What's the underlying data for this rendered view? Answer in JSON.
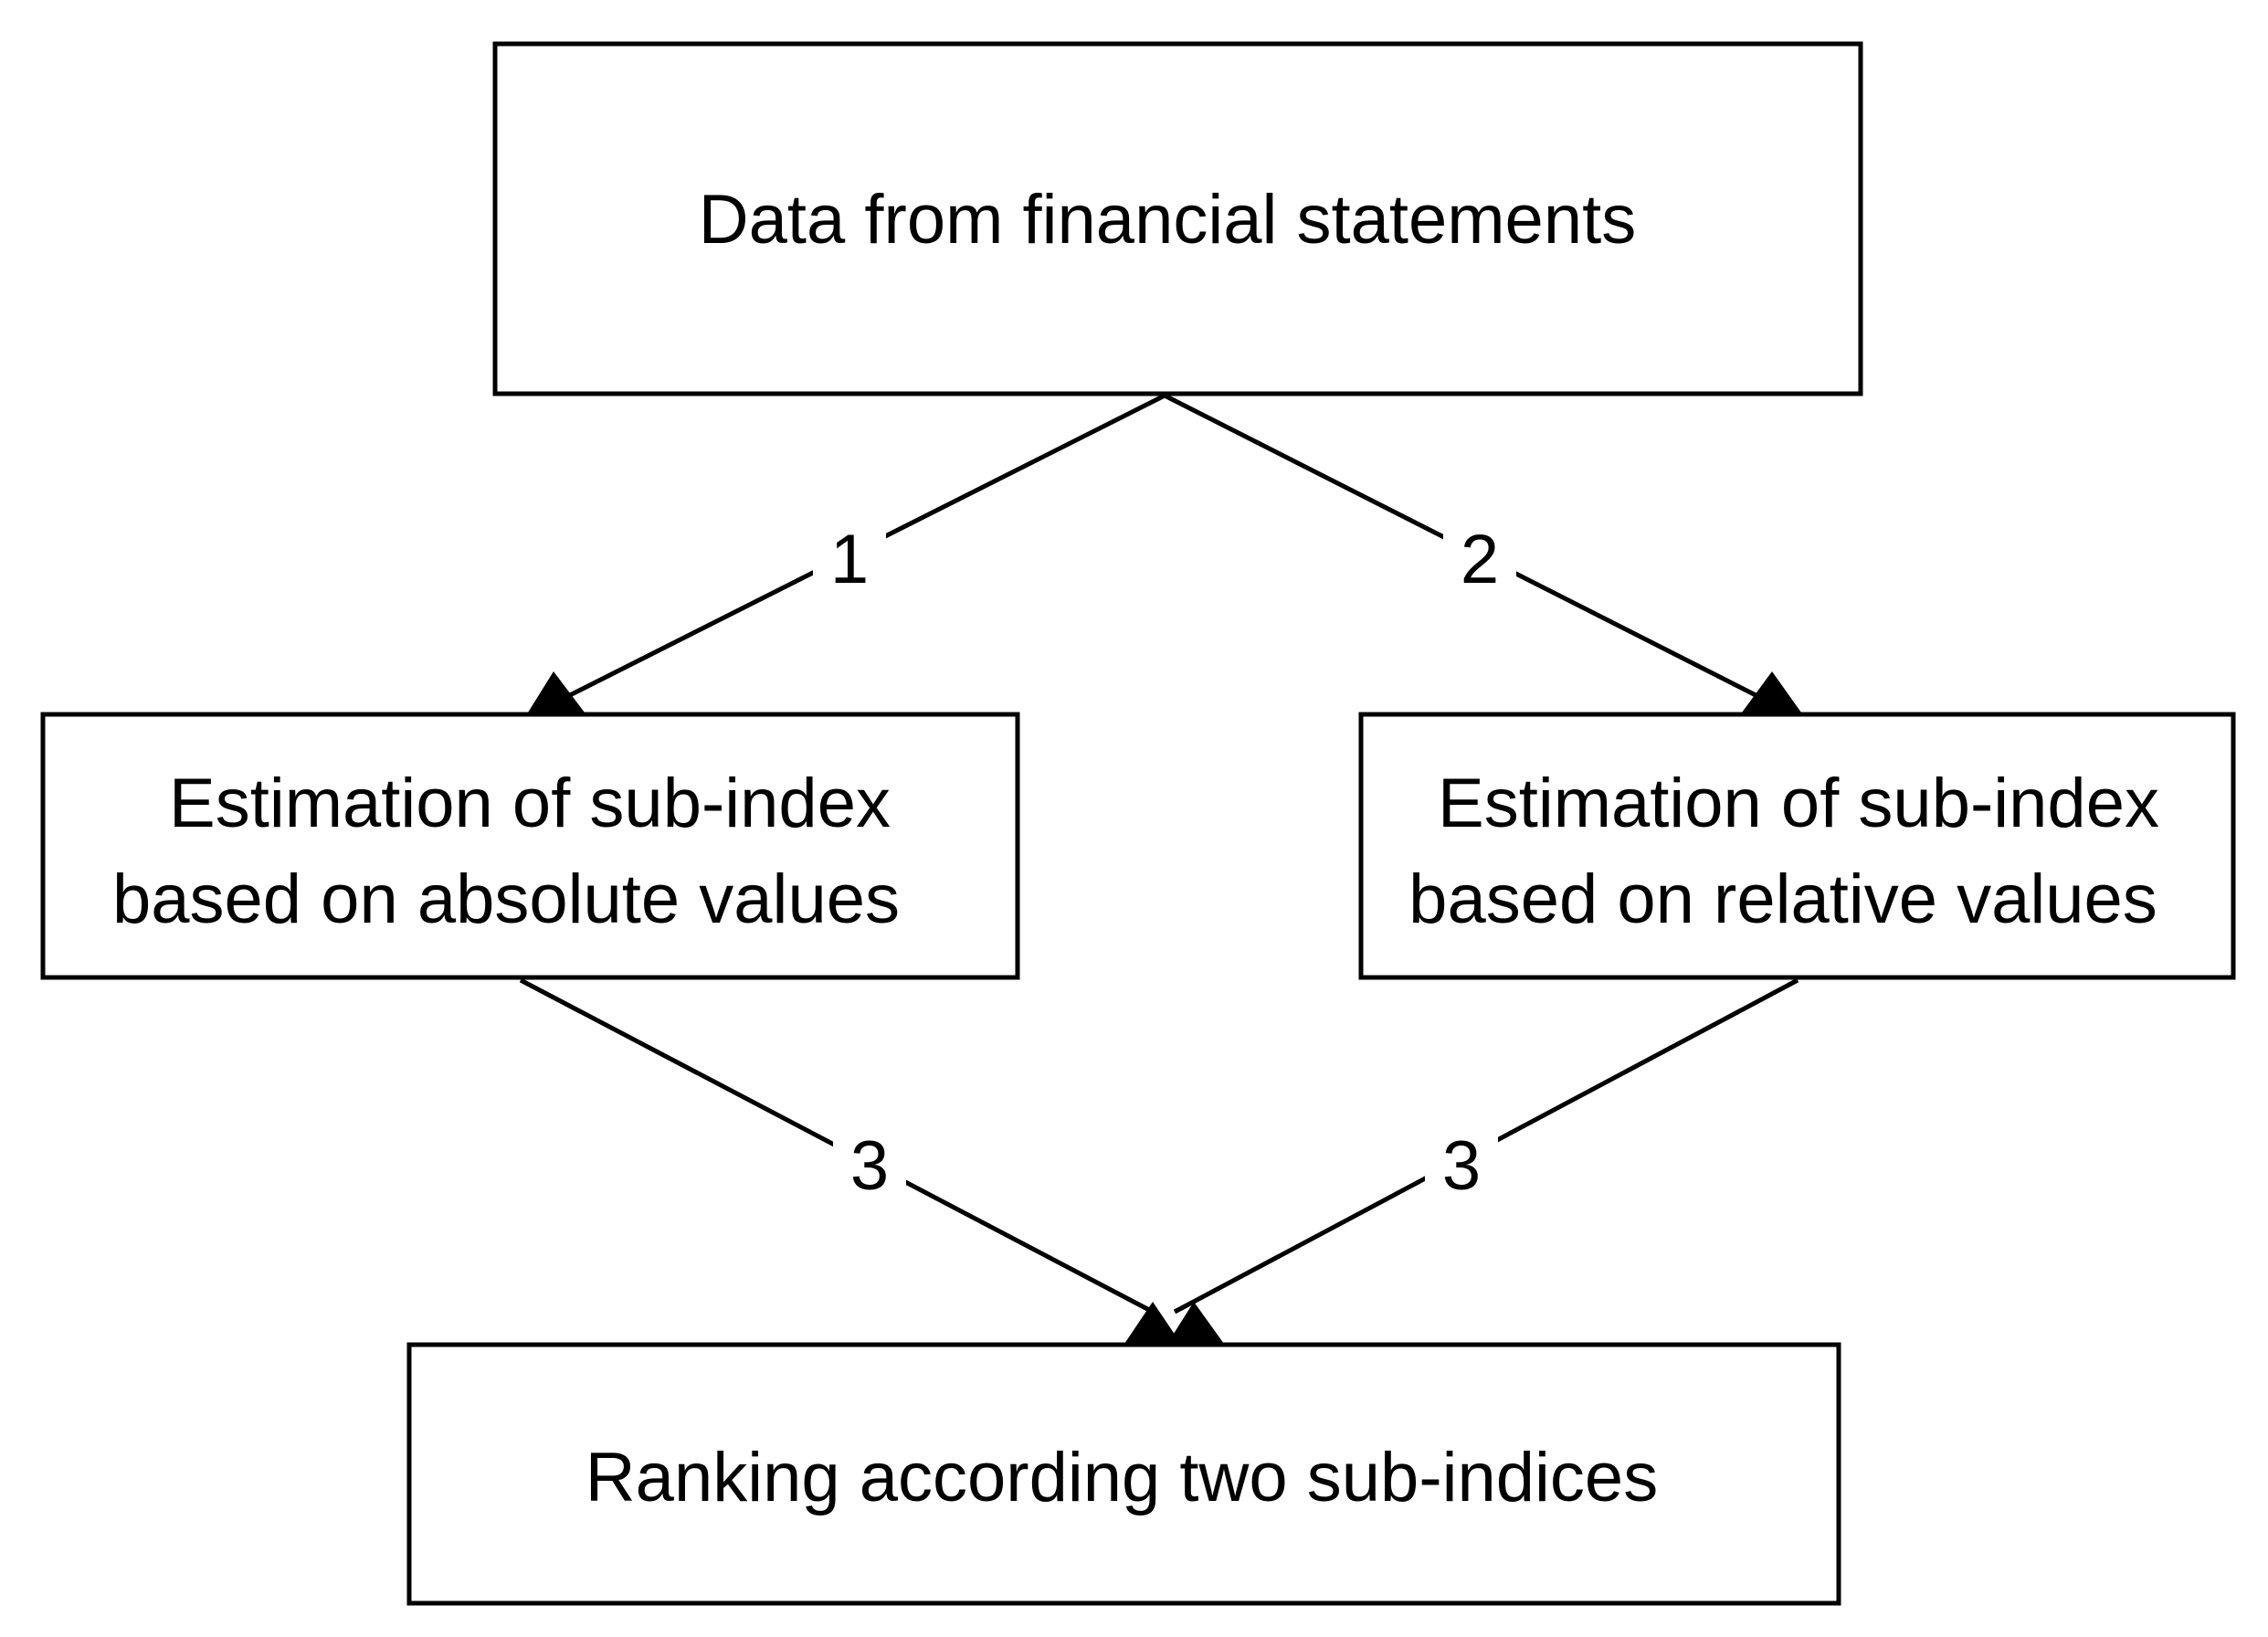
{
  "diagram": {
    "nodes": {
      "data": {
        "lines": [
          "Data from financial statements"
        ]
      },
      "absolute": {
        "lines": [
          "Estimation of sub-index",
          "based on absolute values"
        ]
      },
      "relative": {
        "lines": [
          "Estimation of sub-index",
          "based on relative values"
        ]
      },
      "ranking": {
        "lines": [
          "Ranking according two sub-indices"
        ]
      }
    },
    "edges": [
      {
        "from": "data",
        "to": "absolute",
        "label": "1"
      },
      {
        "from": "data",
        "to": "relative",
        "label": "2"
      },
      {
        "from": "absolute",
        "to": "ranking",
        "label": "3"
      },
      {
        "from": "relative",
        "to": "ranking",
        "label": "3"
      }
    ]
  }
}
